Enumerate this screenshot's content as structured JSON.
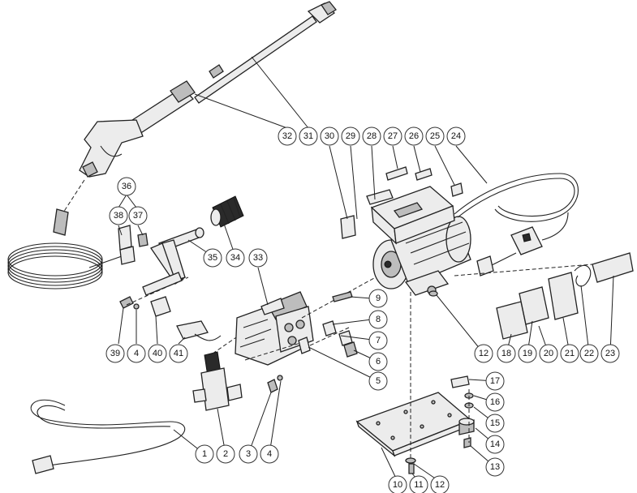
{
  "callouts": [
    {
      "id": "c1",
      "label": "1"
    },
    {
      "id": "c2",
      "label": "2"
    },
    {
      "id": "c3",
      "label": "3"
    },
    {
      "id": "c4a",
      "label": "4"
    },
    {
      "id": "c4b",
      "label": "4"
    },
    {
      "id": "c5",
      "label": "5"
    },
    {
      "id": "c6",
      "label": "6"
    },
    {
      "id": "c7",
      "label": "7"
    },
    {
      "id": "c8",
      "label": "8"
    },
    {
      "id": "c9",
      "label": "9"
    },
    {
      "id": "c10",
      "label": "10"
    },
    {
      "id": "c11",
      "label": "11"
    },
    {
      "id": "c12a",
      "label": "12"
    },
    {
      "id": "c12b",
      "label": "12"
    },
    {
      "id": "c13",
      "label": "13"
    },
    {
      "id": "c14",
      "label": "14"
    },
    {
      "id": "c15",
      "label": "15"
    },
    {
      "id": "c16",
      "label": "16"
    },
    {
      "id": "c17",
      "label": "17"
    },
    {
      "id": "c18",
      "label": "18"
    },
    {
      "id": "c19",
      "label": "19"
    },
    {
      "id": "c20",
      "label": "20"
    },
    {
      "id": "c21",
      "label": "21"
    },
    {
      "id": "c22",
      "label": "22"
    },
    {
      "id": "c23",
      "label": "23"
    },
    {
      "id": "c24",
      "label": "24"
    },
    {
      "id": "c25",
      "label": "25"
    },
    {
      "id": "c26",
      "label": "26"
    },
    {
      "id": "c27",
      "label": "27"
    },
    {
      "id": "c28",
      "label": "28"
    },
    {
      "id": "c29",
      "label": "29"
    },
    {
      "id": "c30",
      "label": "30"
    },
    {
      "id": "c31",
      "label": "31"
    },
    {
      "id": "c32",
      "label": "32"
    },
    {
      "id": "c33",
      "label": "33"
    },
    {
      "id": "c34",
      "label": "34"
    },
    {
      "id": "c35",
      "label": "35"
    },
    {
      "id": "c36",
      "label": "36"
    },
    {
      "id": "c37",
      "label": "37"
    },
    {
      "id": "c38",
      "label": "38"
    },
    {
      "id": "c39",
      "label": "39"
    },
    {
      "id": "c40",
      "label": "40"
    },
    {
      "id": "c41",
      "label": "41"
    }
  ]
}
